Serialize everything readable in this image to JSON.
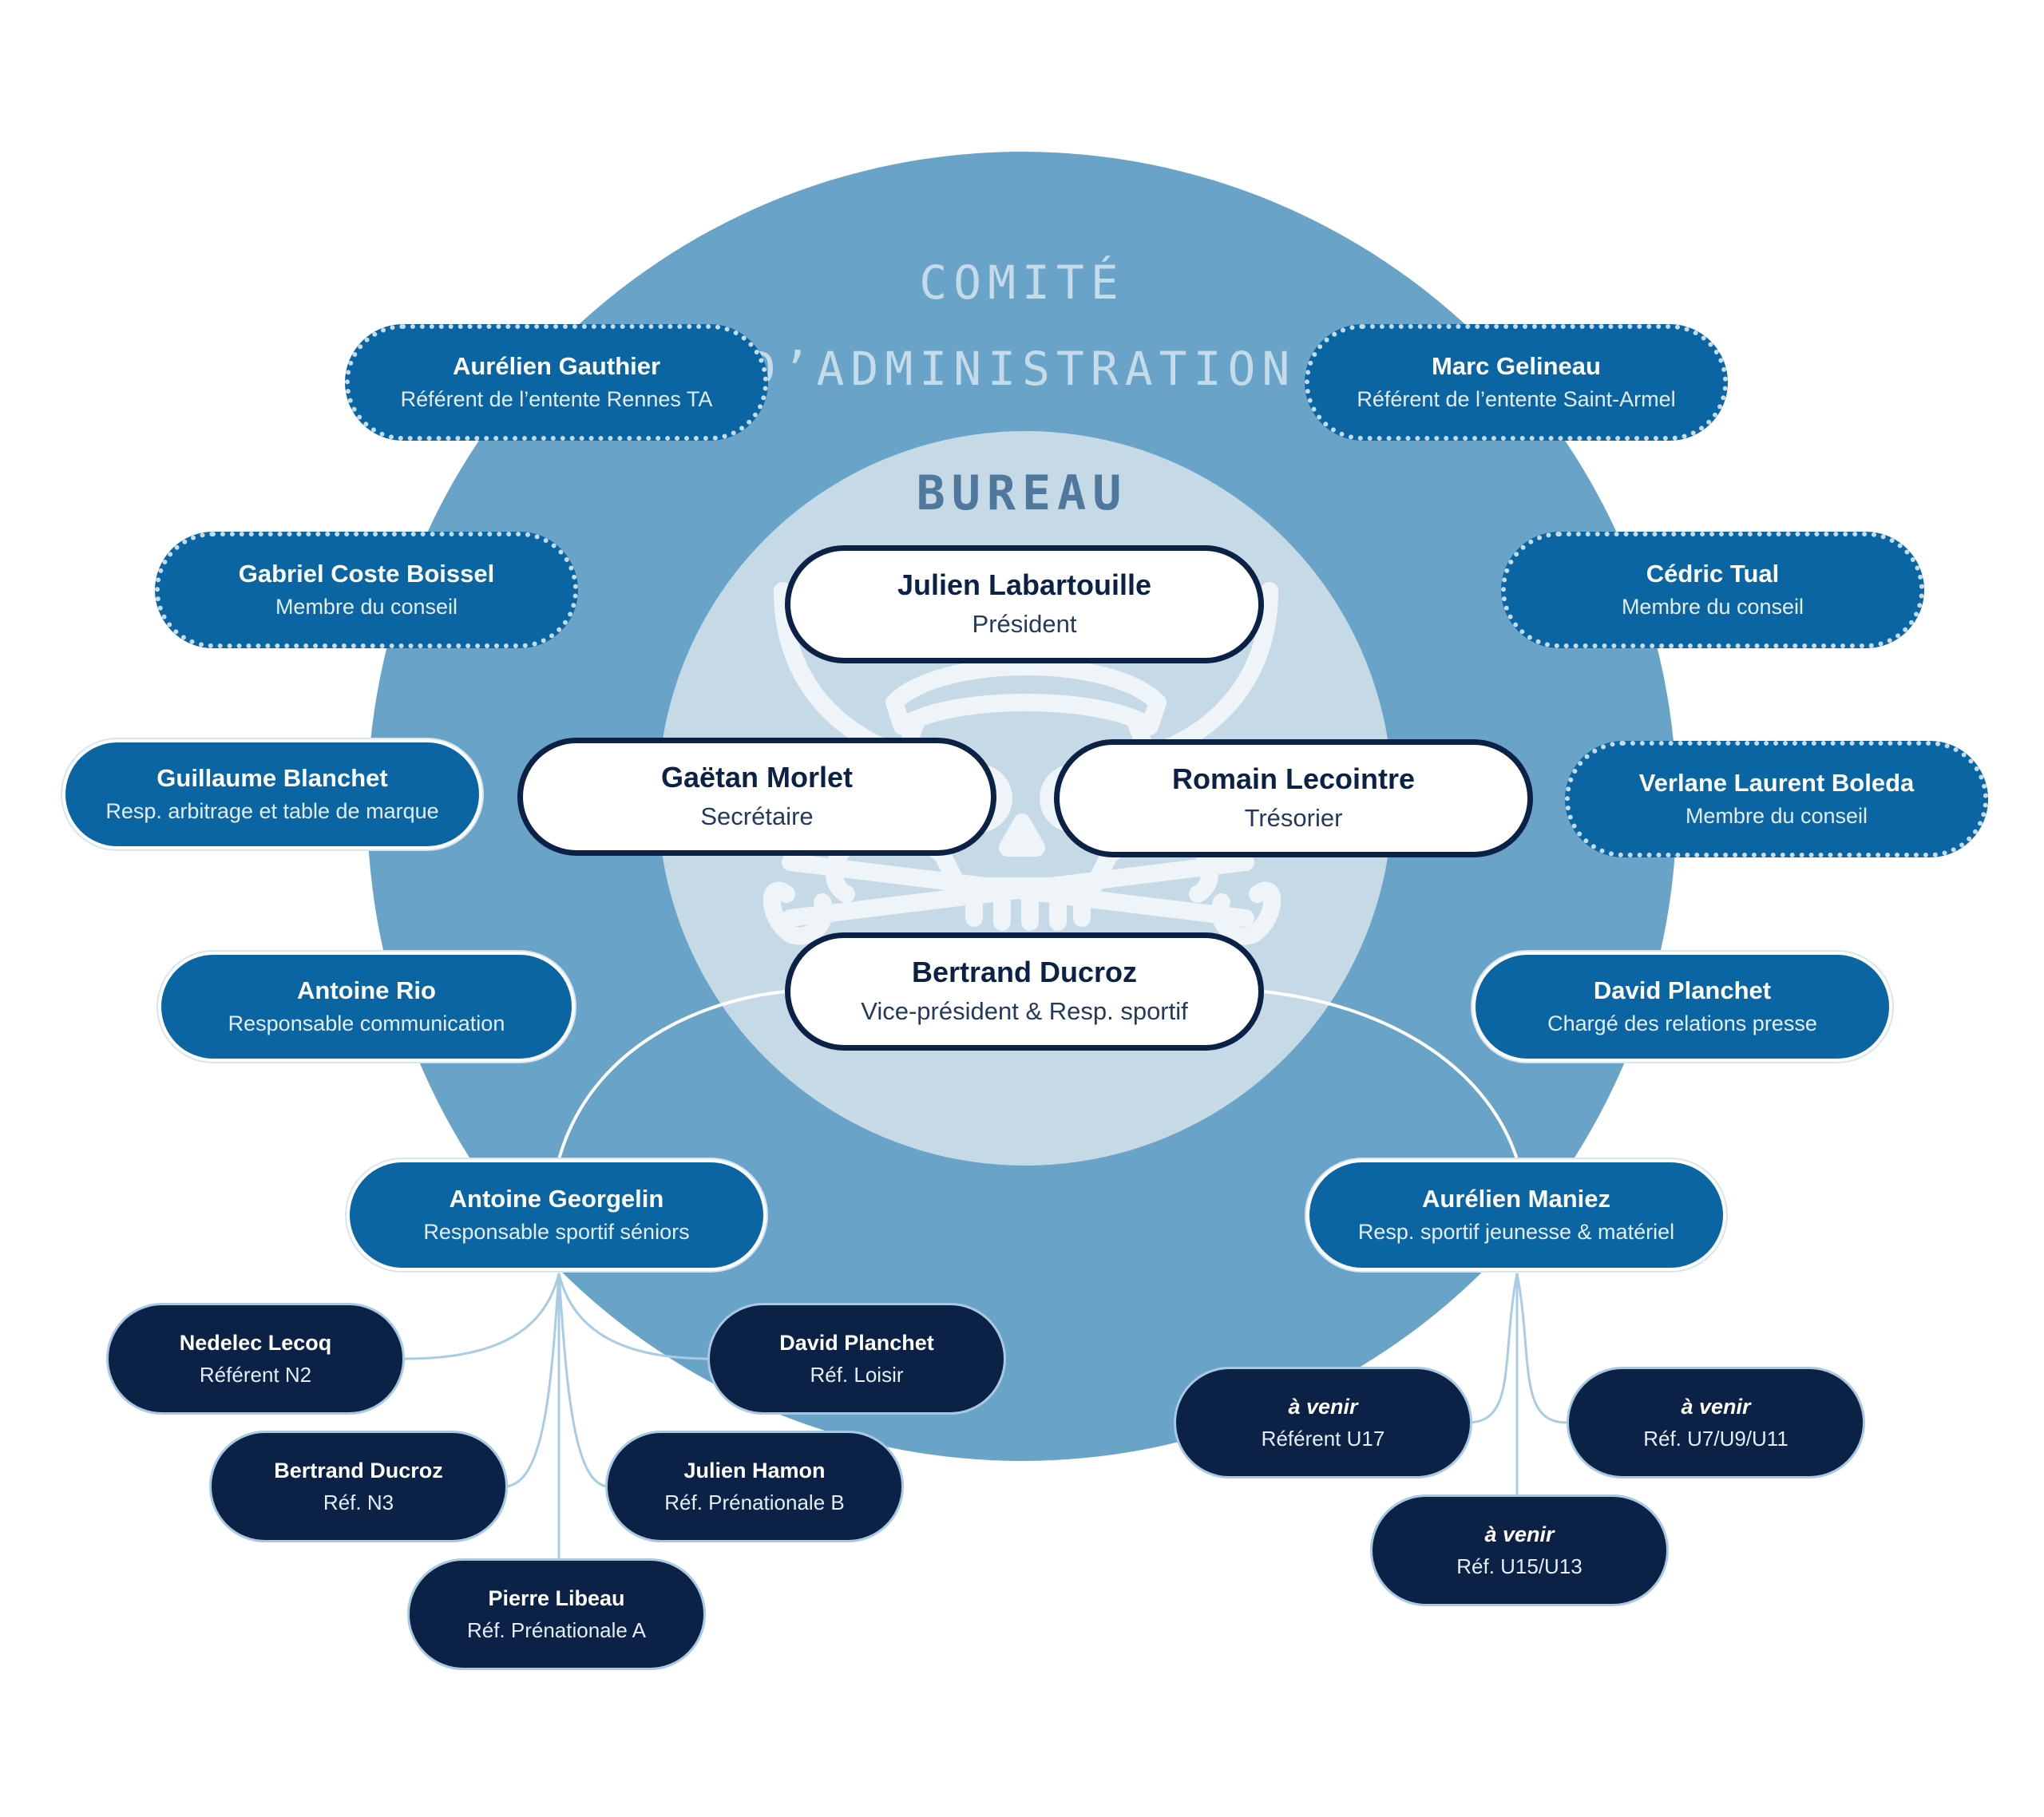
{
  "headings": {
    "comite_line1": "COMITÉ",
    "comite_line2": "D’ADMINISTRATION",
    "bureau": "BUREAU"
  },
  "colors": {
    "outer_circle": "#69a4c8",
    "inner_circle": "#c5d9e6",
    "mid_blue": "#0b65a3",
    "navy": "#0b2145",
    "connector": "#a9cce4"
  },
  "icons": {
    "mascot": "pirate-skull-crossed-sabers-icon"
  },
  "comite": {
    "left": [
      {
        "name": "Aurélien Gauthier",
        "role": "Référent de l’entente Rennes TA"
      },
      {
        "name": "Gabriel Coste Boissel",
        "role": "Membre du conseil"
      },
      {
        "name": "Guillaume Blanchet",
        "role": "Resp. arbitrage et table de marque"
      },
      {
        "name": "Antoine Rio",
        "role": "Responsable communication"
      }
    ],
    "right": [
      {
        "name": "Marc Gelineau",
        "role": "Référent de l’entente Saint-Armel"
      },
      {
        "name": "Cédric Tual",
        "role": "Membre du conseil"
      },
      {
        "name": "Verlane Laurent Boleda",
        "role": "Membre du conseil"
      },
      {
        "name": "David Planchet",
        "role": "Chargé des relations presse"
      }
    ]
  },
  "bureau": {
    "president": {
      "name": "Julien Labartouille",
      "role": "Président"
    },
    "secretaire": {
      "name": "Gaëtan Morlet",
      "role": "Secrétaire"
    },
    "tresorier": {
      "name": "Romain Lecointre",
      "role": "Trésorier"
    },
    "vice_president": {
      "name": "Bertrand Ducroz",
      "role": "Vice-président & Resp. sportif"
    }
  },
  "sport": {
    "seniors": {
      "head": {
        "name": "Antoine Georgelin",
        "role": "Responsable sportif séniors"
      },
      "refs": [
        {
          "name": "Nedelec Lecoq",
          "role": "Référent N2"
        },
        {
          "name": "Bertrand Ducroz",
          "role": "Réf. N3"
        },
        {
          "name": "Pierre Libeau",
          "role": "Réf. Prénationale A"
        },
        {
          "name": "Julien Hamon",
          "role": "Réf. Prénationale B"
        },
        {
          "name": "David Planchet",
          "role": "Réf. Loisir"
        }
      ]
    },
    "jeunesse": {
      "head": {
        "name": "Aurélien Maniez",
        "role": "Resp. sportif jeunesse & matériel"
      },
      "refs": [
        {
          "name": "à venir",
          "role": "Référent U17"
        },
        {
          "name": "à venir",
          "role": "Réf. U15/U13"
        },
        {
          "name": "à venir",
          "role": "Réf. U7/U9/U11"
        }
      ]
    }
  }
}
